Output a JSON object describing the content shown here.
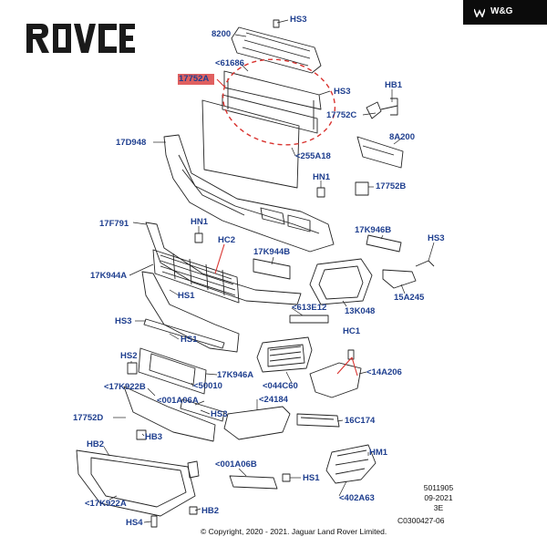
{
  "badge": {
    "text": "W&G"
  },
  "brand": {
    "logo_text": "ROVCE"
  },
  "parts": {
    "l_8200": "8200",
    "l_hs3_top": "HS3",
    "l_61686": "<61686",
    "l_17752A": "17752A",
    "l_hs3_b": "HS3",
    "l_hb1": "HB1",
    "l_17752c": "17752C",
    "l_17d948": "17D948",
    "l_8a200": "8A200",
    "l_255a18": "<255A18",
    "l_hn1_a": "HN1",
    "l_17752b": "17752B",
    "l_17f791": "17F791",
    "l_hn1_b": "HN1",
    "l_17k946b": "17K946B",
    "l_hs3_c": "HS3",
    "l_hc2": "HC2",
    "l_17k944b": "17K944B",
    "l_17k944a": "17K944A",
    "l_hs1_a": "HS1",
    "l_15a245": "15A245",
    "l_613e12": "<613E12",
    "l_13k048": "13K048",
    "l_hs3_d": "HS3",
    "l_hs1_b": "HS1",
    "l_hc1": "HC1",
    "l_hs2": "HS2",
    "l_17k946a": "17K946A",
    "l_14a206": "<14A206",
    "l_17k922b": "<17K922B",
    "l_50010": "<50010",
    "l_044c60": "<044C60",
    "l_001a06a": "<001A06A",
    "l_24184": "<24184",
    "l_17752d": "17752D",
    "l_hs3_e": "HS3",
    "l_16c174": "16C174",
    "l_hb3": "HB3",
    "l_hb2_a": "HB2",
    "l_hm1": "HM1",
    "l_001a06b": "<001A06B",
    "l_hs1_c": "HS1",
    "l_17k922a": "<17K922A",
    "l_hb2_b": "HB2",
    "l_402a63": "<402A63",
    "l_hs4": "HS4"
  },
  "reference": {
    "line1": "5011905",
    "line2": "09-2021",
    "line3": "3E",
    "code": "C0300427-06"
  },
  "copyright": "© Copyright, 2020 - 2021. Jaguar Land Rover Limited.",
  "colors": {
    "label": "#1f3f8f",
    "highlight": "#e06060",
    "dashed_circle": "#d9332f",
    "leader": "#d9332f",
    "linework": "#222222"
  }
}
